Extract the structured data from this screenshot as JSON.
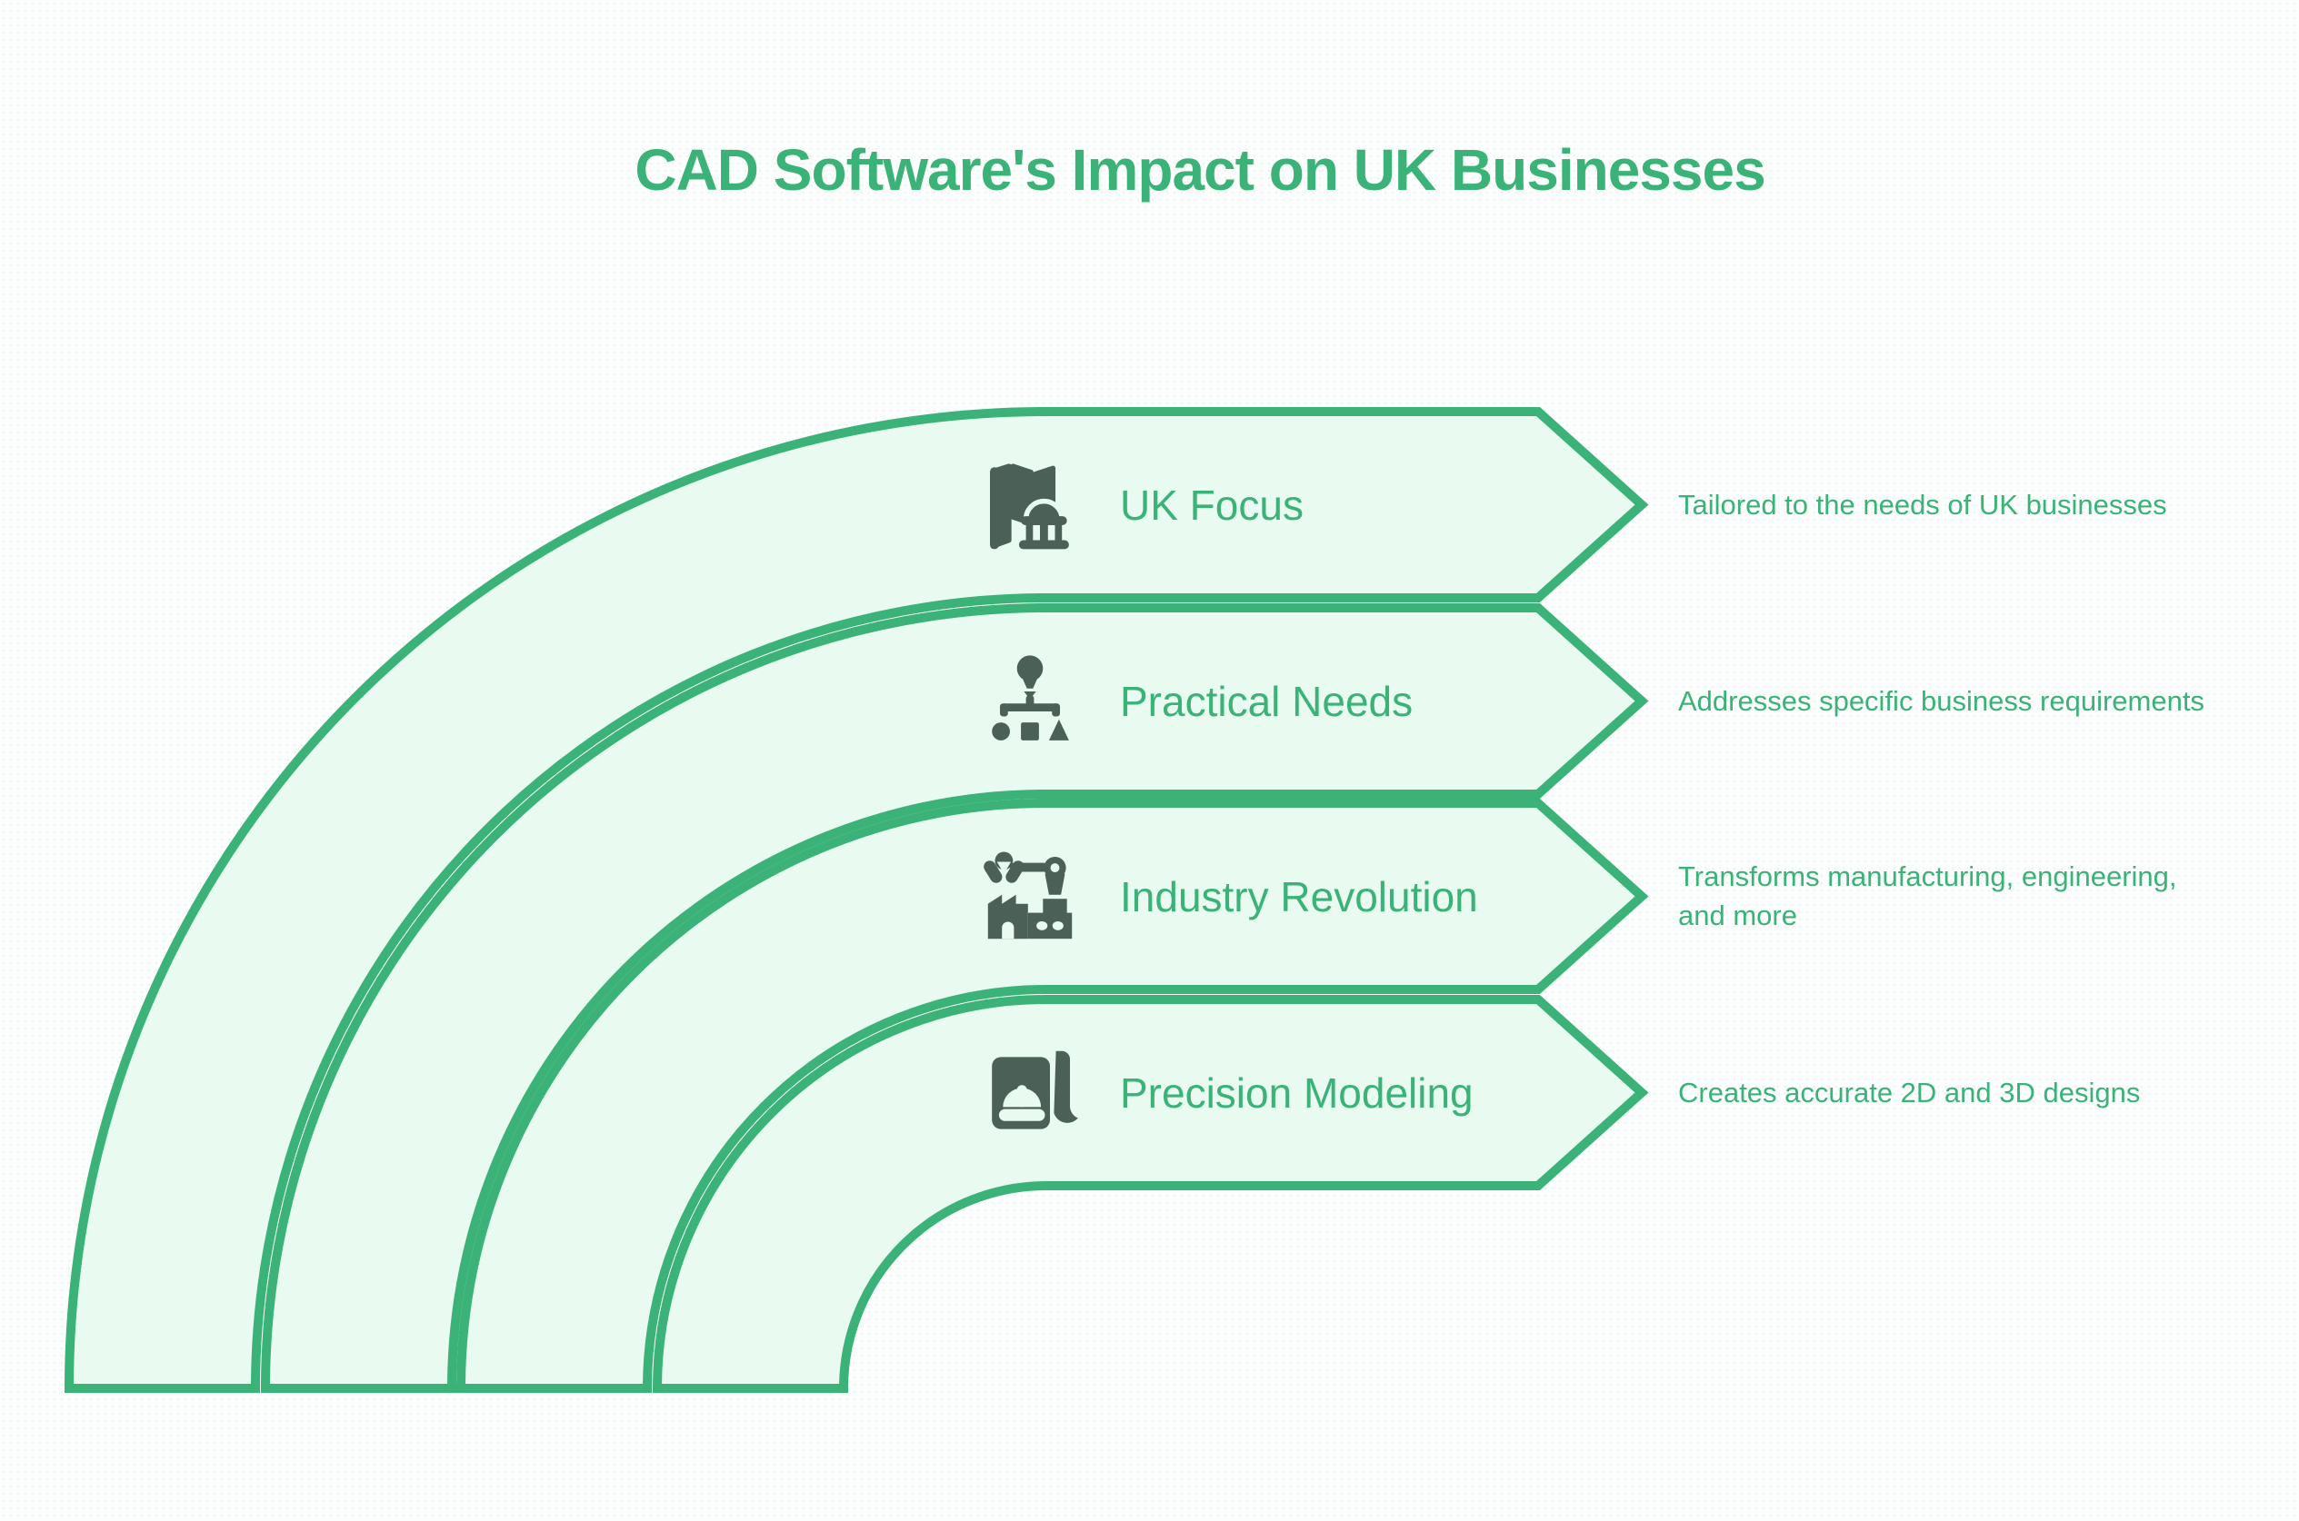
{
  "title": "CAD Software's Impact on UK Businesses",
  "items": [
    {
      "label": "UK Focus",
      "description": "Tailored to the needs of UK businesses",
      "icon": "uk-map-landmark-icon"
    },
    {
      "label": "Practical Needs",
      "description": "Addresses specific business requirements",
      "icon": "idea-hierarchy-icon"
    },
    {
      "label": "Industry Revolution",
      "description": "Transforms manufacturing, engineering, and more",
      "icon": "factory-robot-arm-icon"
    },
    {
      "label": "Precision Modeling",
      "description": "Creates accurate 2D and 3D designs",
      "icon": "blueprint-hardhat-icon"
    }
  ],
  "colors": {
    "accent": "#3bb278",
    "band_fill": "#e9faf1",
    "icon": "#4b6056",
    "background": "#fcfdfd"
  }
}
